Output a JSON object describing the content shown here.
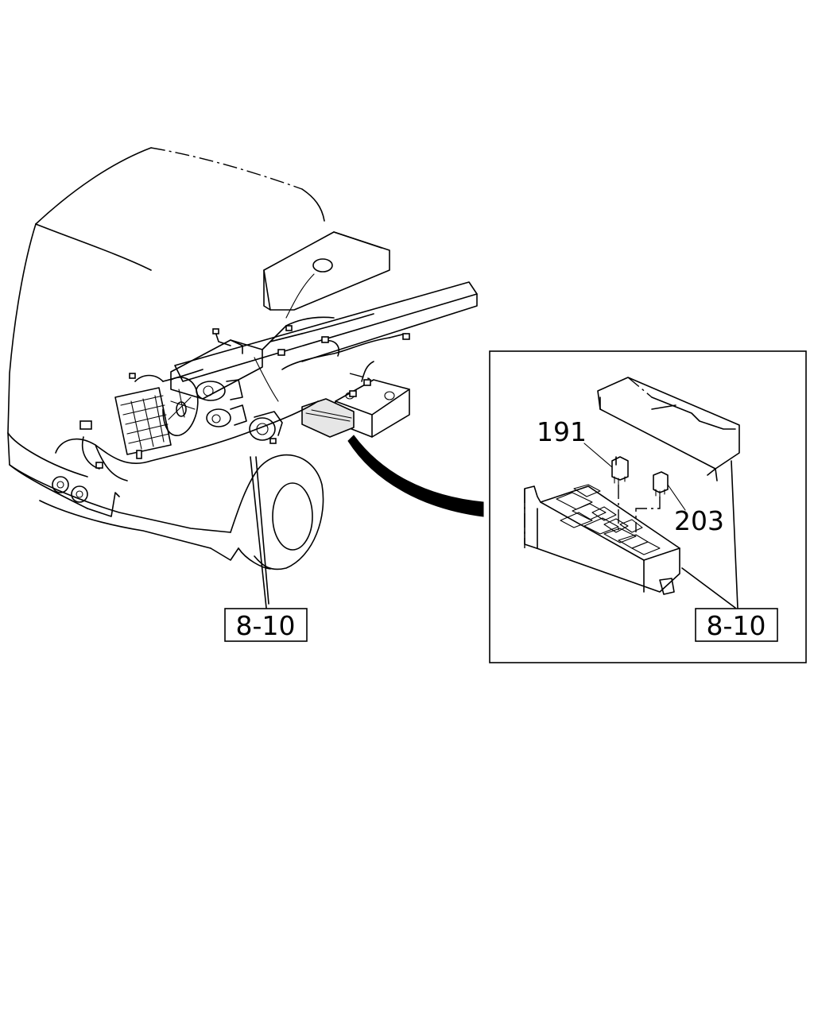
{
  "callouts": {
    "ref_main": "8-10",
    "ref_inset": "8-10",
    "part_a": "191",
    "part_b": "203"
  }
}
